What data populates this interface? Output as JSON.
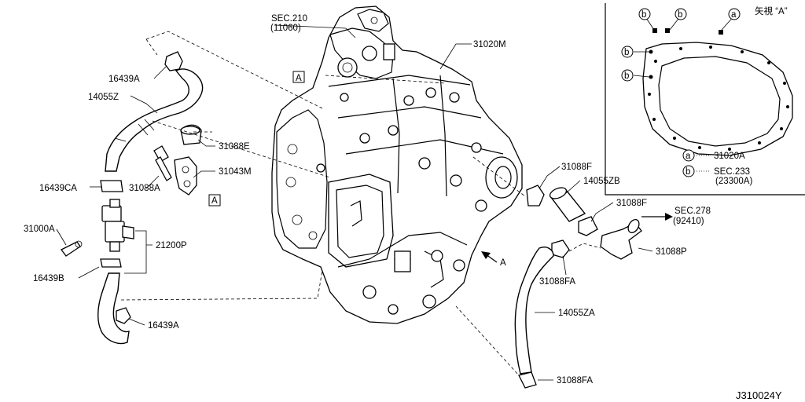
{
  "labels": {
    "sec210": "SEC.210",
    "sec210_code": "(11060)",
    "p31020m": "31020M",
    "p16439a_top": "16439A",
    "p14055z": "14055Z",
    "p31088e": "31088E",
    "p31043m": "31043M",
    "p16439ca": "16439CA",
    "p31088a": "31088A",
    "p31000a": "31000A",
    "p21200p": "21200P",
    "p16439b": "16439B",
    "p16439a_bottom": "16439A",
    "p31088f_top": "31088F",
    "p14055zb": "14055ZB",
    "p31088f_mid": "31088F",
    "sec278": "SEC.278",
    "sec278_code": "(92410)",
    "p31088p": "31088P",
    "p31088fa_top": "31088FA",
    "p14055za": "14055ZA",
    "p31088fa_bottom": "31088FA",
    "arrow_a": "A",
    "ref_a_1": "A",
    "ref_a_2": "A",
    "ref_a_3": "A",
    "diagram_id": "J310024Y"
  },
  "inset": {
    "view_label": "矢視 “A”",
    "marker_a": "a",
    "marker_b": "b",
    "legend_a_code": "31020A",
    "legend_b_code": "SEC.233",
    "legend_b_sub": "(23300A)"
  },
  "colors": {
    "line": "#000000",
    "background": "#ffffff"
  }
}
